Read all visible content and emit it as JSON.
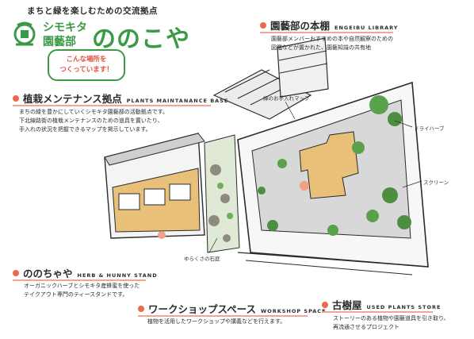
{
  "header": {
    "tagline": "まちと緑を楽しむための交流拠点",
    "logo_sub_line1": "シモキタ",
    "logo_sub_line2": "園藝部",
    "logo_main": "ののこや",
    "bubble_line1": "こんな場所を",
    "bubble_line2": "つくっています！"
  },
  "sections": {
    "library": {
      "title": "園藝部の本棚",
      "en": "ENGEIBU LIBRARY",
      "desc": [
        "園藝部メンバーおすすめの本や自然観察のための",
        "図鑑などが置かれた、園藝知識の共有地"
      ]
    },
    "maintenance": {
      "title": "植栽メンテナンス拠点",
      "en": "PLANTS MAINTANANCE BASE",
      "desc": [
        "まちの緑を豊かにしていくシモキタ園藝部の活動拠点です。",
        "下北線路街の植栽メンテナンスのための道具を置いたり、",
        "手入れの状況を把握できるマップを掲示しています。"
      ]
    },
    "nonochaya": {
      "title": "ののちゃや",
      "en": "HERB & HUNNY STAND",
      "desc": [
        "オーガニックハーブとシモキタ産蜂蜜を使った",
        "テイクアウト専門のティースタンドです。"
      ]
    },
    "workshop": {
      "title": "ワークショップスペース",
      "en": "WORKSHOP SPACE",
      "desc": [
        "植物を活用したワークショップや講義などを行えます。"
      ]
    },
    "usedplants": {
      "title": "古樹屋",
      "en": "USED PLANTS STORE",
      "desc": [
        "ストーリーのある植物や園藝道具を引き取り、",
        "再流通させるプロジェクト"
      ]
    }
  },
  "callouts": {
    "map": "緑のお手入れマップ",
    "dryherb": "ドライハーブ",
    "screen": "スクリーン",
    "stone": "ゆらくさの石庭"
  },
  "colors": {
    "green": "#3a9a46",
    "accent": "#e86a4e",
    "wood": "#e8c079",
    "floor": "#d8d8d8"
  }
}
